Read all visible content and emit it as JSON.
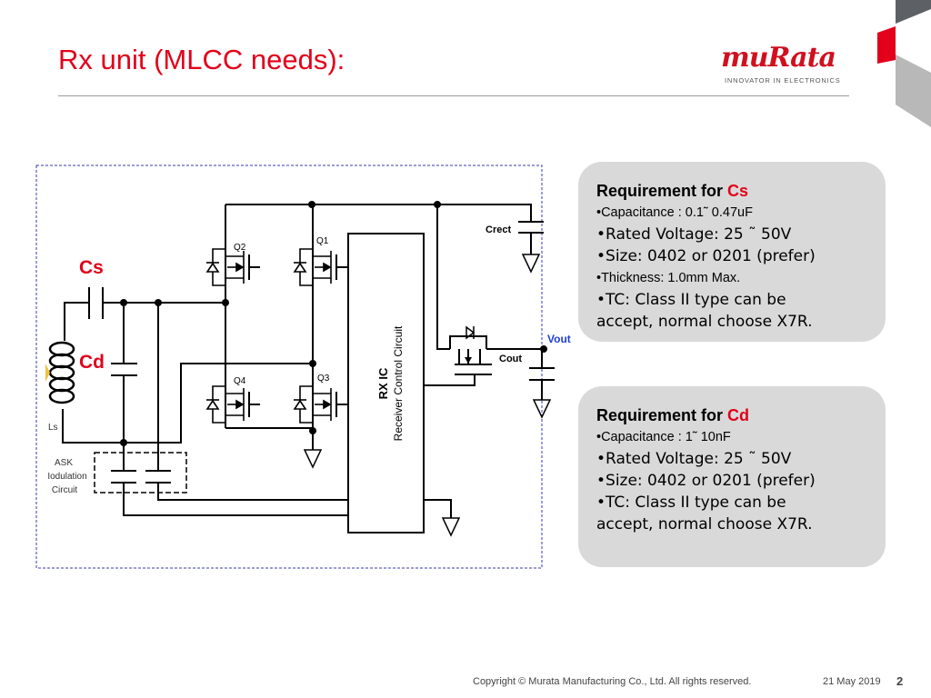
{
  "title": "Rx unit (MLCC needs):",
  "logo": {
    "word": "muRata",
    "tagline": "INNOVATOR IN ELECTRONICS"
  },
  "diagram": {
    "cs_label": "Cs",
    "cd_label": "Cd",
    "ls_label": "Ls",
    "q1": "Q1",
    "q2": "Q2",
    "q3": "Q3",
    "q4": "Q4",
    "crect": "Crect",
    "cout": "Cout",
    "vout": "Vout",
    "ic_title": "RX IC",
    "ic_sub": "Receiver Control Circuit",
    "ask_lines": [
      "ASK",
      "Iodulation",
      "Circuit"
    ]
  },
  "cs_box": {
    "header_prefix": "Requirement for ",
    "header_part": "Cs",
    "lines": [
      "•Capacitance : 0.1˜ 0.47uF",
      "•Rated Voltage: 25 ˜ 50V",
      "•Size: 0402 or 0201 (prefer)",
      "•Thickness: 1.0mm Max.",
      "•TC: Class II type can be",
      "accept, normal choose X7R."
    ]
  },
  "cd_box": {
    "header_prefix": "Requirement for ",
    "header_part": "Cd",
    "lines": [
      "•Capacitance : 1˜ 10nF",
      "•Rated Voltage: 25 ˜ 50V",
      "•Size: 0402 or 0201 (prefer)",
      "•TC: Class II type can be",
      "accept, normal choose X7R."
    ]
  },
  "footer": {
    "copyright": "Copyright © Murata Manufacturing Co., Ltd. All rights reserved.",
    "date": "21 May 2019",
    "page": "2"
  },
  "colors": {
    "brand_red": "#e2001a",
    "vout_blue": "#1f3fd1",
    "box_gray": "#d9d9d9"
  }
}
